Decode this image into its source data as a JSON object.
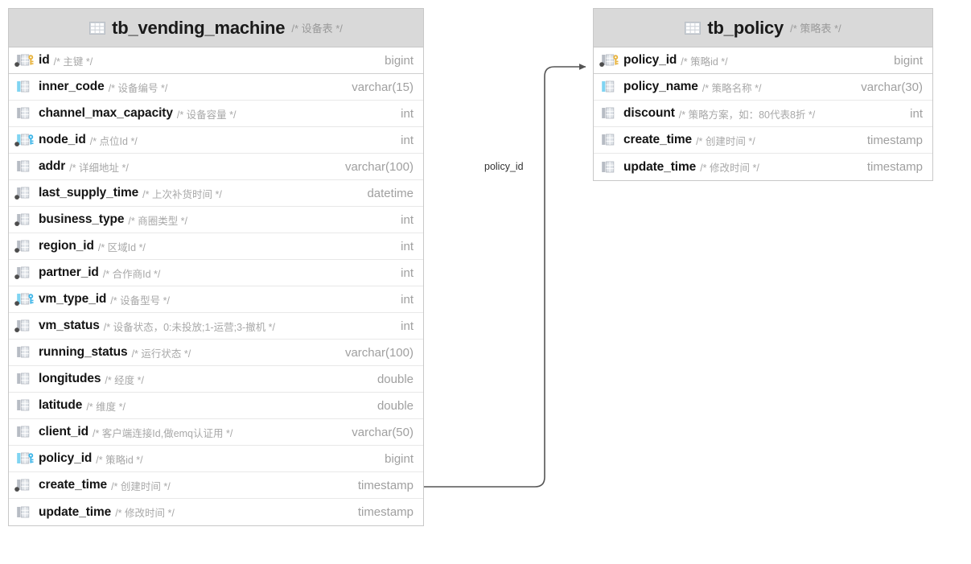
{
  "diagram": {
    "type": "er-diagram",
    "colors": {
      "header_background": "#d9d9d9",
      "table_border": "#c8c8c8",
      "row_separator": "#e8e8e8",
      "column_name": "#141414",
      "comment": "#a8a8a8",
      "data_type": "#a0a0a0",
      "primary_key_icon": "#e8b33c",
      "foreign_key_icon": "#3fb6e8",
      "indexed_bar": "#7fd4f2",
      "plain_bar": "#b7bcc4",
      "connector_line": "#555555"
    },
    "tables": [
      {
        "name": "tb_vending_machine",
        "comment": "/* 设备表 */",
        "header_icon": "table-icon",
        "columns": [
          {
            "name": "id",
            "comment": "/* 主键 */",
            "type": "bigint",
            "icon": "primary-key-icon",
            "bar": "gray",
            "dot": true,
            "key": "pk"
          },
          {
            "name": "inner_code",
            "comment": "/* 设备编号 */",
            "type": "varchar(15)",
            "icon": "indexed-column-icon",
            "bar": "blue",
            "dot": false,
            "key": "none"
          },
          {
            "name": "channel_max_capacity",
            "comment": "/* 设备容量 */",
            "type": "int",
            "icon": "column-icon",
            "bar": "gray",
            "dot": false,
            "key": "none"
          },
          {
            "name": "node_id",
            "comment": "/* 点位Id */",
            "type": "int",
            "icon": "foreign-key-icon",
            "bar": "blue",
            "dot": true,
            "key": "fk"
          },
          {
            "name": "addr",
            "comment": "/* 详细地址 */",
            "type": "varchar(100)",
            "icon": "column-icon",
            "bar": "gray",
            "dot": false,
            "key": "none"
          },
          {
            "name": "last_supply_time",
            "comment": "/* 上次补货时间 */",
            "type": "datetime",
            "icon": "not-null-column-icon",
            "bar": "gray",
            "dot": true,
            "key": "none"
          },
          {
            "name": "business_type",
            "comment": "/* 商圈类型 */",
            "type": "int",
            "icon": "not-null-column-icon",
            "bar": "gray",
            "dot": true,
            "key": "none"
          },
          {
            "name": "region_id",
            "comment": "/* 区域Id */",
            "type": "int",
            "icon": "not-null-column-icon",
            "bar": "gray",
            "dot": true,
            "key": "none"
          },
          {
            "name": "partner_id",
            "comment": "/* 合作商Id */",
            "type": "int",
            "icon": "not-null-column-icon",
            "bar": "gray",
            "dot": true,
            "key": "none"
          },
          {
            "name": "vm_type_id",
            "comment": "/* 设备型号 */",
            "type": "int",
            "icon": "foreign-key-icon",
            "bar": "blue",
            "dot": true,
            "key": "fk"
          },
          {
            "name": "vm_status",
            "comment": "/* 设备状态，0:未投放;1-运营;3-撤机 */",
            "type": "int",
            "icon": "not-null-column-icon",
            "bar": "gray",
            "dot": true,
            "key": "none"
          },
          {
            "name": "running_status",
            "comment": "/* 运行状态 */",
            "type": "varchar(100)",
            "icon": "column-icon",
            "bar": "gray",
            "dot": false,
            "key": "none"
          },
          {
            "name": "longitudes",
            "comment": "/* 经度 */",
            "type": "double",
            "icon": "column-icon",
            "bar": "gray",
            "dot": false,
            "key": "none"
          },
          {
            "name": "latitude",
            "comment": "/* 维度 */",
            "type": "double",
            "icon": "column-icon",
            "bar": "gray",
            "dot": false,
            "key": "none"
          },
          {
            "name": "client_id",
            "comment": "/* 客户端连接Id,做emq认证用 */",
            "type": "varchar(50)",
            "icon": "column-icon",
            "bar": "gray",
            "dot": false,
            "key": "none"
          },
          {
            "name": "policy_id",
            "comment": "/* 策略id */",
            "type": "bigint",
            "icon": "foreign-key-icon",
            "bar": "blue",
            "dot": false,
            "key": "fk"
          },
          {
            "name": "create_time",
            "comment": "/* 创建时间 */",
            "type": "timestamp",
            "icon": "not-null-column-icon",
            "bar": "gray",
            "dot": true,
            "key": "none"
          },
          {
            "name": "update_time",
            "comment": "/* 修改时间 */",
            "type": "timestamp",
            "icon": "column-icon",
            "bar": "gray",
            "dot": false,
            "key": "none"
          }
        ]
      },
      {
        "name": "tb_policy",
        "comment": "/* 策略表 */",
        "header_icon": "table-icon",
        "columns": [
          {
            "name": "policy_id",
            "comment": "/* 策略id */",
            "type": "bigint",
            "icon": "primary-key-icon",
            "bar": "gray",
            "dot": true,
            "key": "pk"
          },
          {
            "name": "policy_name",
            "comment": "/* 策略名称 */",
            "type": "varchar(30)",
            "icon": "indexed-column-icon",
            "bar": "blue",
            "dot": false,
            "key": "none"
          },
          {
            "name": "discount",
            "comment": "/* 策略方案，如：80代表8折 */",
            "type": "int",
            "icon": "column-icon",
            "bar": "gray",
            "dot": false,
            "key": "none"
          },
          {
            "name": "create_time",
            "comment": "/* 创建时间 */",
            "type": "timestamp",
            "icon": "column-icon",
            "bar": "gray",
            "dot": false,
            "key": "none"
          },
          {
            "name": "update_time",
            "comment": "/* 修改时间 */",
            "type": "timestamp",
            "icon": "column-icon",
            "bar": "gray",
            "dot": false,
            "key": "none"
          }
        ]
      }
    ],
    "relations": [
      {
        "label": "policy_id",
        "from_table": "tb_vending_machine",
        "from_column": "policy_id",
        "to_table": "tb_policy",
        "to_column": "policy_id"
      }
    ]
  }
}
